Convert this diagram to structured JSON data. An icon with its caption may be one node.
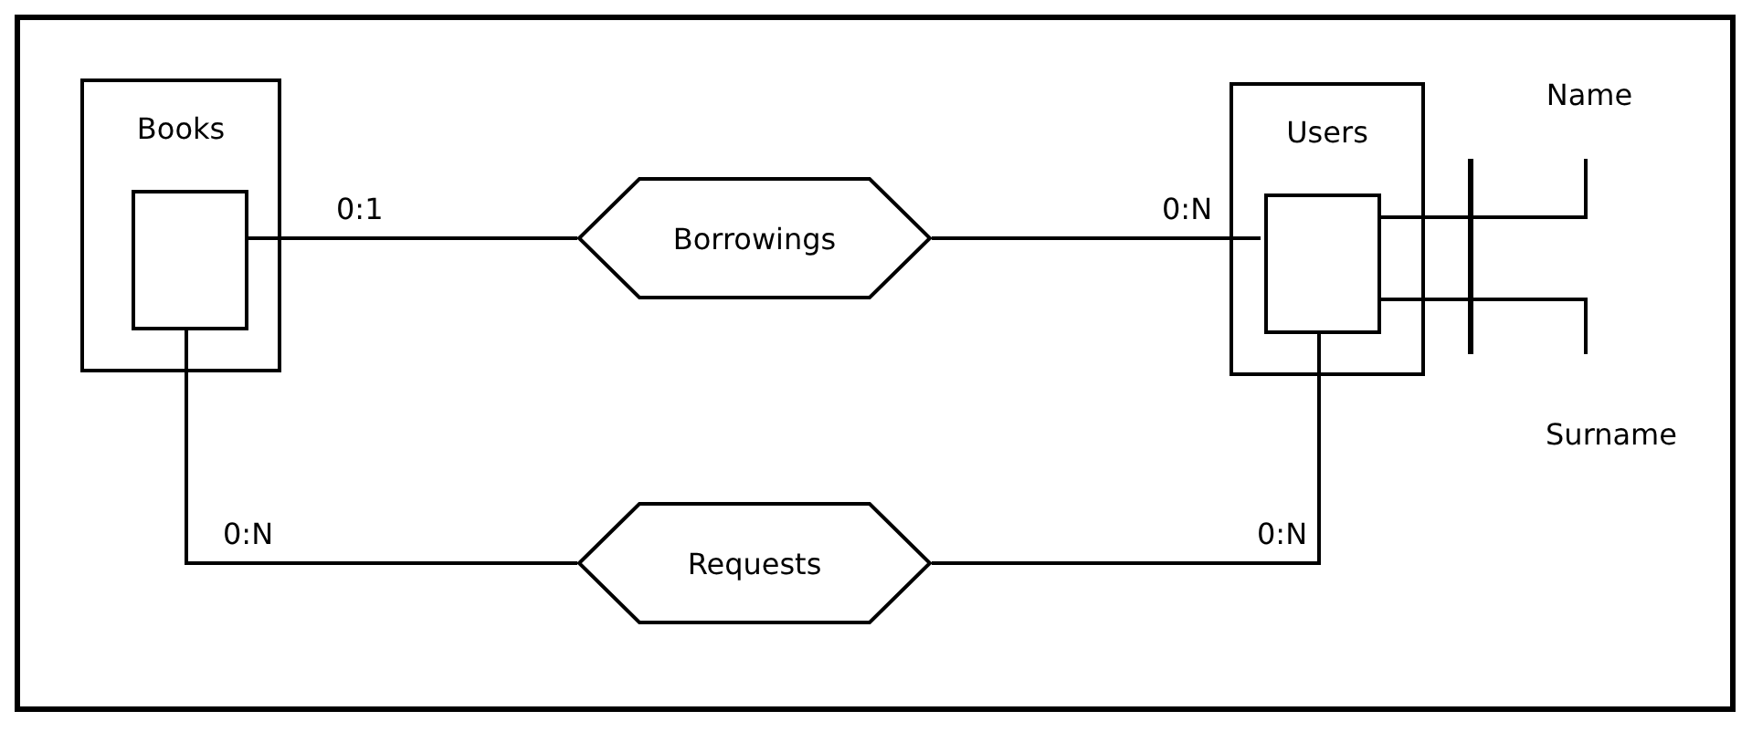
{
  "diagram": {
    "nodes": [
      {
        "text": [
          "Books"
        ]
      },
      {
        "text": [],
        "shape": "box",
        "in": 0
      },
      {
        "text": [
          "Borrowings"
        ]
      },
      {
        "text": [
          "Users"
        ]
      },
      {
        "text": [],
        "shape": "box",
        "in": 3
      },
      {
        "text": [
          "Requests"
        ]
      },
      {
        "text": [
          "Name"
        ]
      },
      {
        "text": [
          "Surname"
        ]
      }
    ],
    "edges": [
      {
        "from": 1,
        "to": 2,
        "arrow": "none",
        "label": "0:1"
      },
      {
        "from": 2,
        "to": 4,
        "arrow": "none",
        "label": "0:N"
      },
      {
        "from": 1,
        "to": 5,
        "arrow": "none",
        "label": "0:N"
      },
      {
        "from": 5,
        "to": 4,
        "arrow": "none",
        "label": "0:N"
      },
      {
        "from": 4,
        "to": 6,
        "arrow": "none"
      },
      {
        "from": 4,
        "to": 7,
        "arrow": "none"
      }
    ]
  }
}
